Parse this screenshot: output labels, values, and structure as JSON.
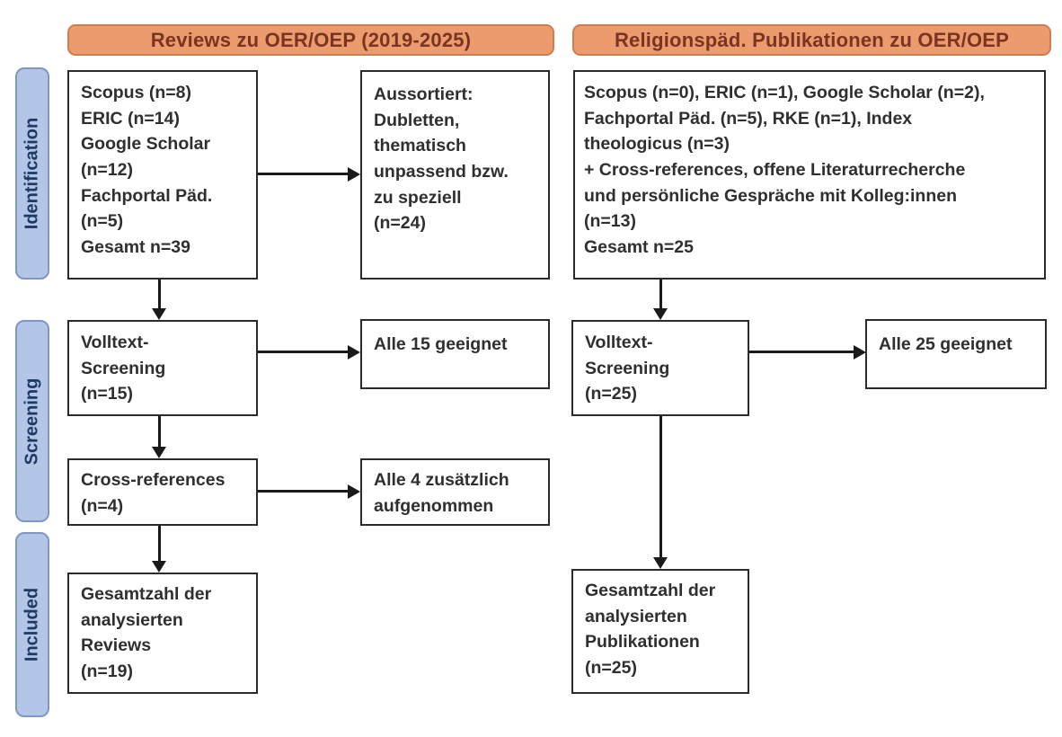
{
  "diagram": {
    "headers": {
      "left": "Reviews zu OER/OEP (2019-2025)",
      "right": "Religionspäd. Publikationen zu OER/OEP"
    },
    "stages": {
      "identification": "Identification",
      "screening": "Screening",
      "included": "Included"
    },
    "boxes": {
      "left_identification": "Scopus (n=8)\nERIC (n=14)\nGoogle Scholar\n(n=12)\nFachportal Päd.\n(n=5)\nGesamt n=39",
      "left_excluded": "Aussortiert:\nDubletten,\nthematisch\nunpassend bzw.\nzu speziell\n(n=24)",
      "left_fulltext": "Volltext-\nScreening\n(n=15)",
      "left_fulltext_result": "Alle 15 geeignet",
      "left_crossref": "Cross-references\n(n=4)",
      "left_crossref_result": "Alle 4 zusätzlich\naufgenommen",
      "left_included": "Gesamtzahl der\nanalysierten\nReviews\n(n=19)",
      "right_identification": "Scopus (n=0), ERIC (n=1), Google Scholar (n=2),\nFachportal Päd. (n=5), RKE (n=1), Index\ntheologicus (n=3)\n+ Cross-references, offene Literaturrecherche\nund persönliche Gespräche mit Kolleg:innen\n(n=13)\nGesamt n=25",
      "right_fulltext": "Volltext-\nScreening\n(n=25)",
      "right_fulltext_result": "Alle 25 geeignet",
      "right_included": "Gesamtzahl der\nanalysierten\nPublikationen\n(n=25)"
    },
    "colors": {
      "header_fill": "#EC9B6E",
      "header_border": "#CF7C4E",
      "header_text": "#7A3420",
      "stage_fill": "#B3C6E7",
      "stage_border": "#7F97C4",
      "stage_text": "#1F3864",
      "box_border": "#2B2B2B",
      "box_text": "#2F2F2F",
      "arrow": "#1A1A1A"
    }
  }
}
